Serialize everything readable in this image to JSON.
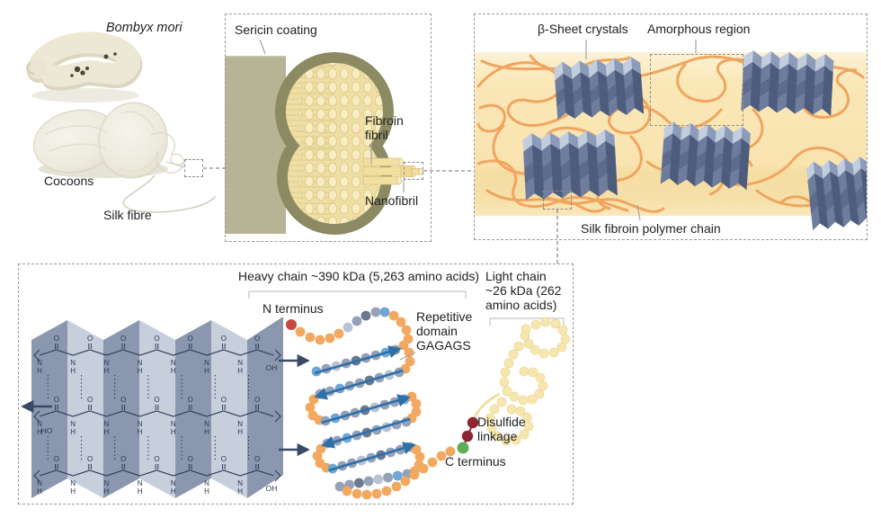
{
  "figure": {
    "specimen": {
      "species": "Bombyx mori",
      "cocoons": "Cocoons",
      "silk_fibre": "Silk fibre"
    },
    "fibre_panel": {
      "sericin_coating": "Sericin coating",
      "fibroin_fibril": "Fibroin fibril",
      "nanofibril": "Nanofibril"
    },
    "structure_panel": {
      "beta_sheet_crystals": "β-Sheet crystals",
      "amorphous_region": "Amorphous region",
      "polymer_chain": "Silk fibroin polymer chain"
    },
    "molecular_panel": {
      "heavy_chain": "Heavy chain ~390 kDa (5,263 amino acids)",
      "light_chain": "Light chain ~26 kDa (262 amino acids)",
      "n_terminus": "N terminus",
      "repetitive_domain": "Repetitive domain GAGAGS",
      "disulfide_linkage": "Disulfide linkage",
      "c_terminus": "C terminus"
    },
    "chem": {
      "h": "H",
      "n": "N",
      "o": "O",
      "oh": "OH",
      "ho": "HO"
    },
    "colors": {
      "chain_orange": "#F0A55F",
      "band_yellow": "#FAE7B6",
      "sericin_outer": "#B6B495",
      "sericin_ring": "#8C8A62",
      "fibril_cream": "#EFDFA4",
      "crystal_light": "#C2CDDE",
      "crystal_dark": "#5D6C8C",
      "bead_orange": "#F2A85E",
      "bead_grey": "#95A1B7",
      "bead_blue": "#6FA8D6",
      "arrow_blue": "#2E6FA8",
      "n_terminus_red": "#C8473F",
      "c_terminus_green": "#5FAE57",
      "disulfide_red": "#8E2733",
      "light_chain_yellow": "#F6E6AF",
      "sheet_dark": "#8B97AF",
      "sheet_light": "#C7CFDD",
      "chem_ink": "#2B3A55"
    }
  }
}
